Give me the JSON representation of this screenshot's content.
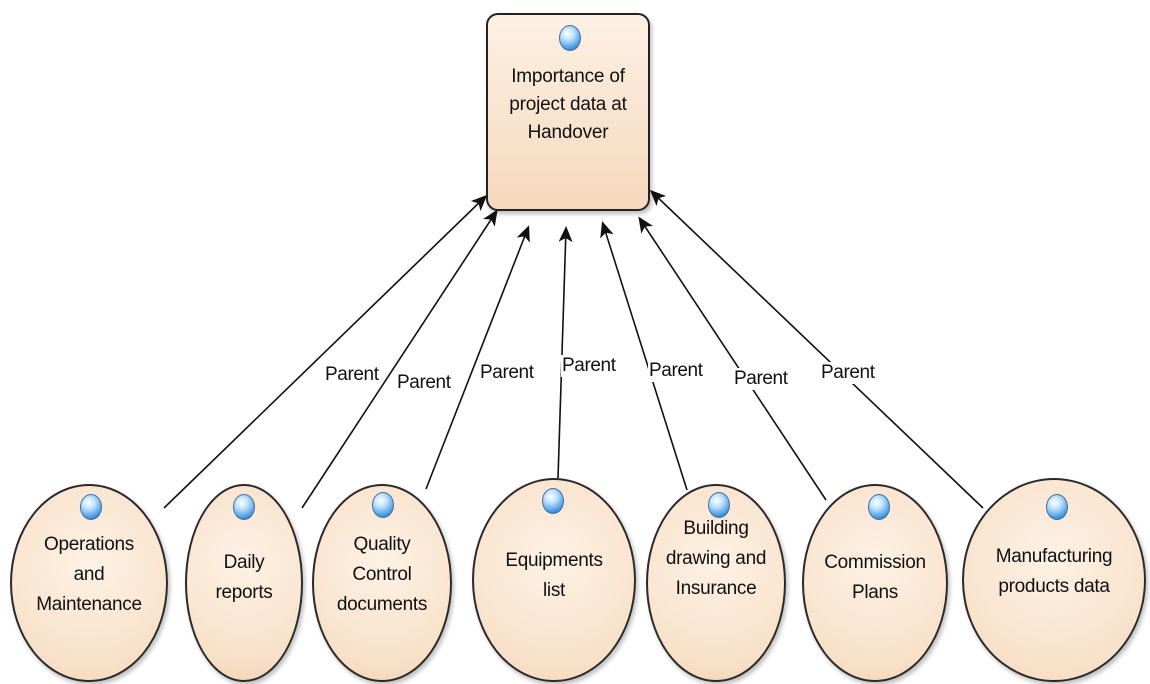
{
  "root": {
    "label": "Importance of project data at Handover"
  },
  "children": [
    {
      "label": "Operations and Maintenance"
    },
    {
      "label": "Daily reports"
    },
    {
      "label": "Quality Control documents"
    },
    {
      "label": "Equipments list"
    },
    {
      "label": "Building drawing and Insurance"
    },
    {
      "label": "Commission Plans"
    },
    {
      "label": "Manufacturing products data"
    }
  ],
  "edges": [
    {
      "label": "Parent"
    },
    {
      "label": "Parent"
    },
    {
      "label": "Parent"
    },
    {
      "label": "Parent"
    },
    {
      "label": "Parent"
    },
    {
      "label": "Parent"
    },
    {
      "label": "Parent"
    }
  ],
  "colors": {
    "node_fill": "#f8e0c8",
    "node_border": "#2a2a2a",
    "edge": "#111111",
    "icon": "#4f9be0"
  },
  "icons": {
    "node_icon": "blue-sphere-icon"
  }
}
